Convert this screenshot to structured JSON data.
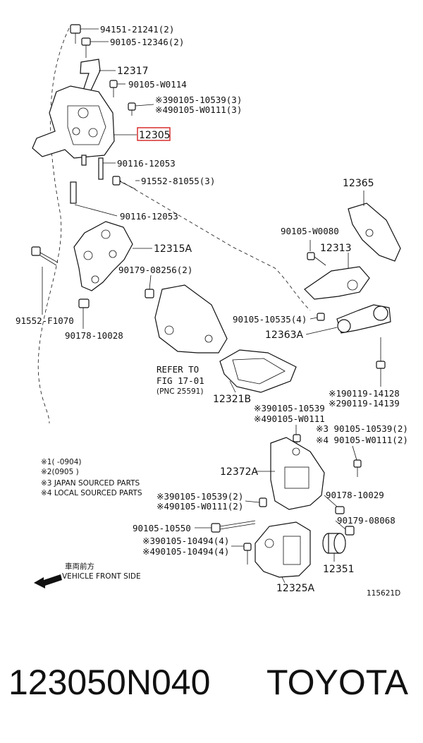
{
  "labels": {
    "l1": "94151-21241(2)",
    "l2": "90105-12346(2)",
    "l3": "12317",
    "l4": "90105-W0114",
    "l5": "※390105-10539(3)",
    "l6": "※490105-W0111(3)",
    "l7": "12305",
    "l8": "90116-12053",
    "l9": "91552-81055(3)",
    "l10": "90116-12053",
    "l11": "12315A",
    "l12": "90179-08256(2)",
    "l13": "91552-F1070",
    "l14": "90178-10028",
    "l15": "12365",
    "l16": "90105-W0080",
    "l17": "12313",
    "l18": "90105-10535(4)",
    "l19": "12363A",
    "l20": "※190119-14128",
    "l21": "※290119-14139",
    "l22": "12321B",
    "l23": "REFER TO",
    "l24": "FIG 17-01",
    "l25": "(PNC 25591)",
    "l26": "※390105-10539",
    "l27": "※490105-W0111",
    "l28": "※3 90105-10539(2)",
    "l29": "※4 90105-W0111(2)",
    "l30": "12372A",
    "l31": "90178-10029",
    "l32": "※390105-10539(2)",
    "l33": "※490105-W0111(2)",
    "l34": "90179-08068",
    "l35": "90105-10550",
    "l36": "※390105-10494(4)",
    "l37": "※490105-10494(4)",
    "l38": "12351",
    "l39": "12325A",
    "l40": "115621D"
  },
  "notes": {
    "n1": "※1(      -0904)",
    "n2": "※2(0905        )",
    "n3": "※3 JAPAN SOURCED PARTS",
    "n4": "※4 LOCAL SOURCED PARTS"
  },
  "front": {
    "jp": "車両前方",
    "en": "VEHICLE FRONT SIDE"
  },
  "highlight_color": "#d62020",
  "part_number": "123050N040",
  "brand": "TOYOTA"
}
